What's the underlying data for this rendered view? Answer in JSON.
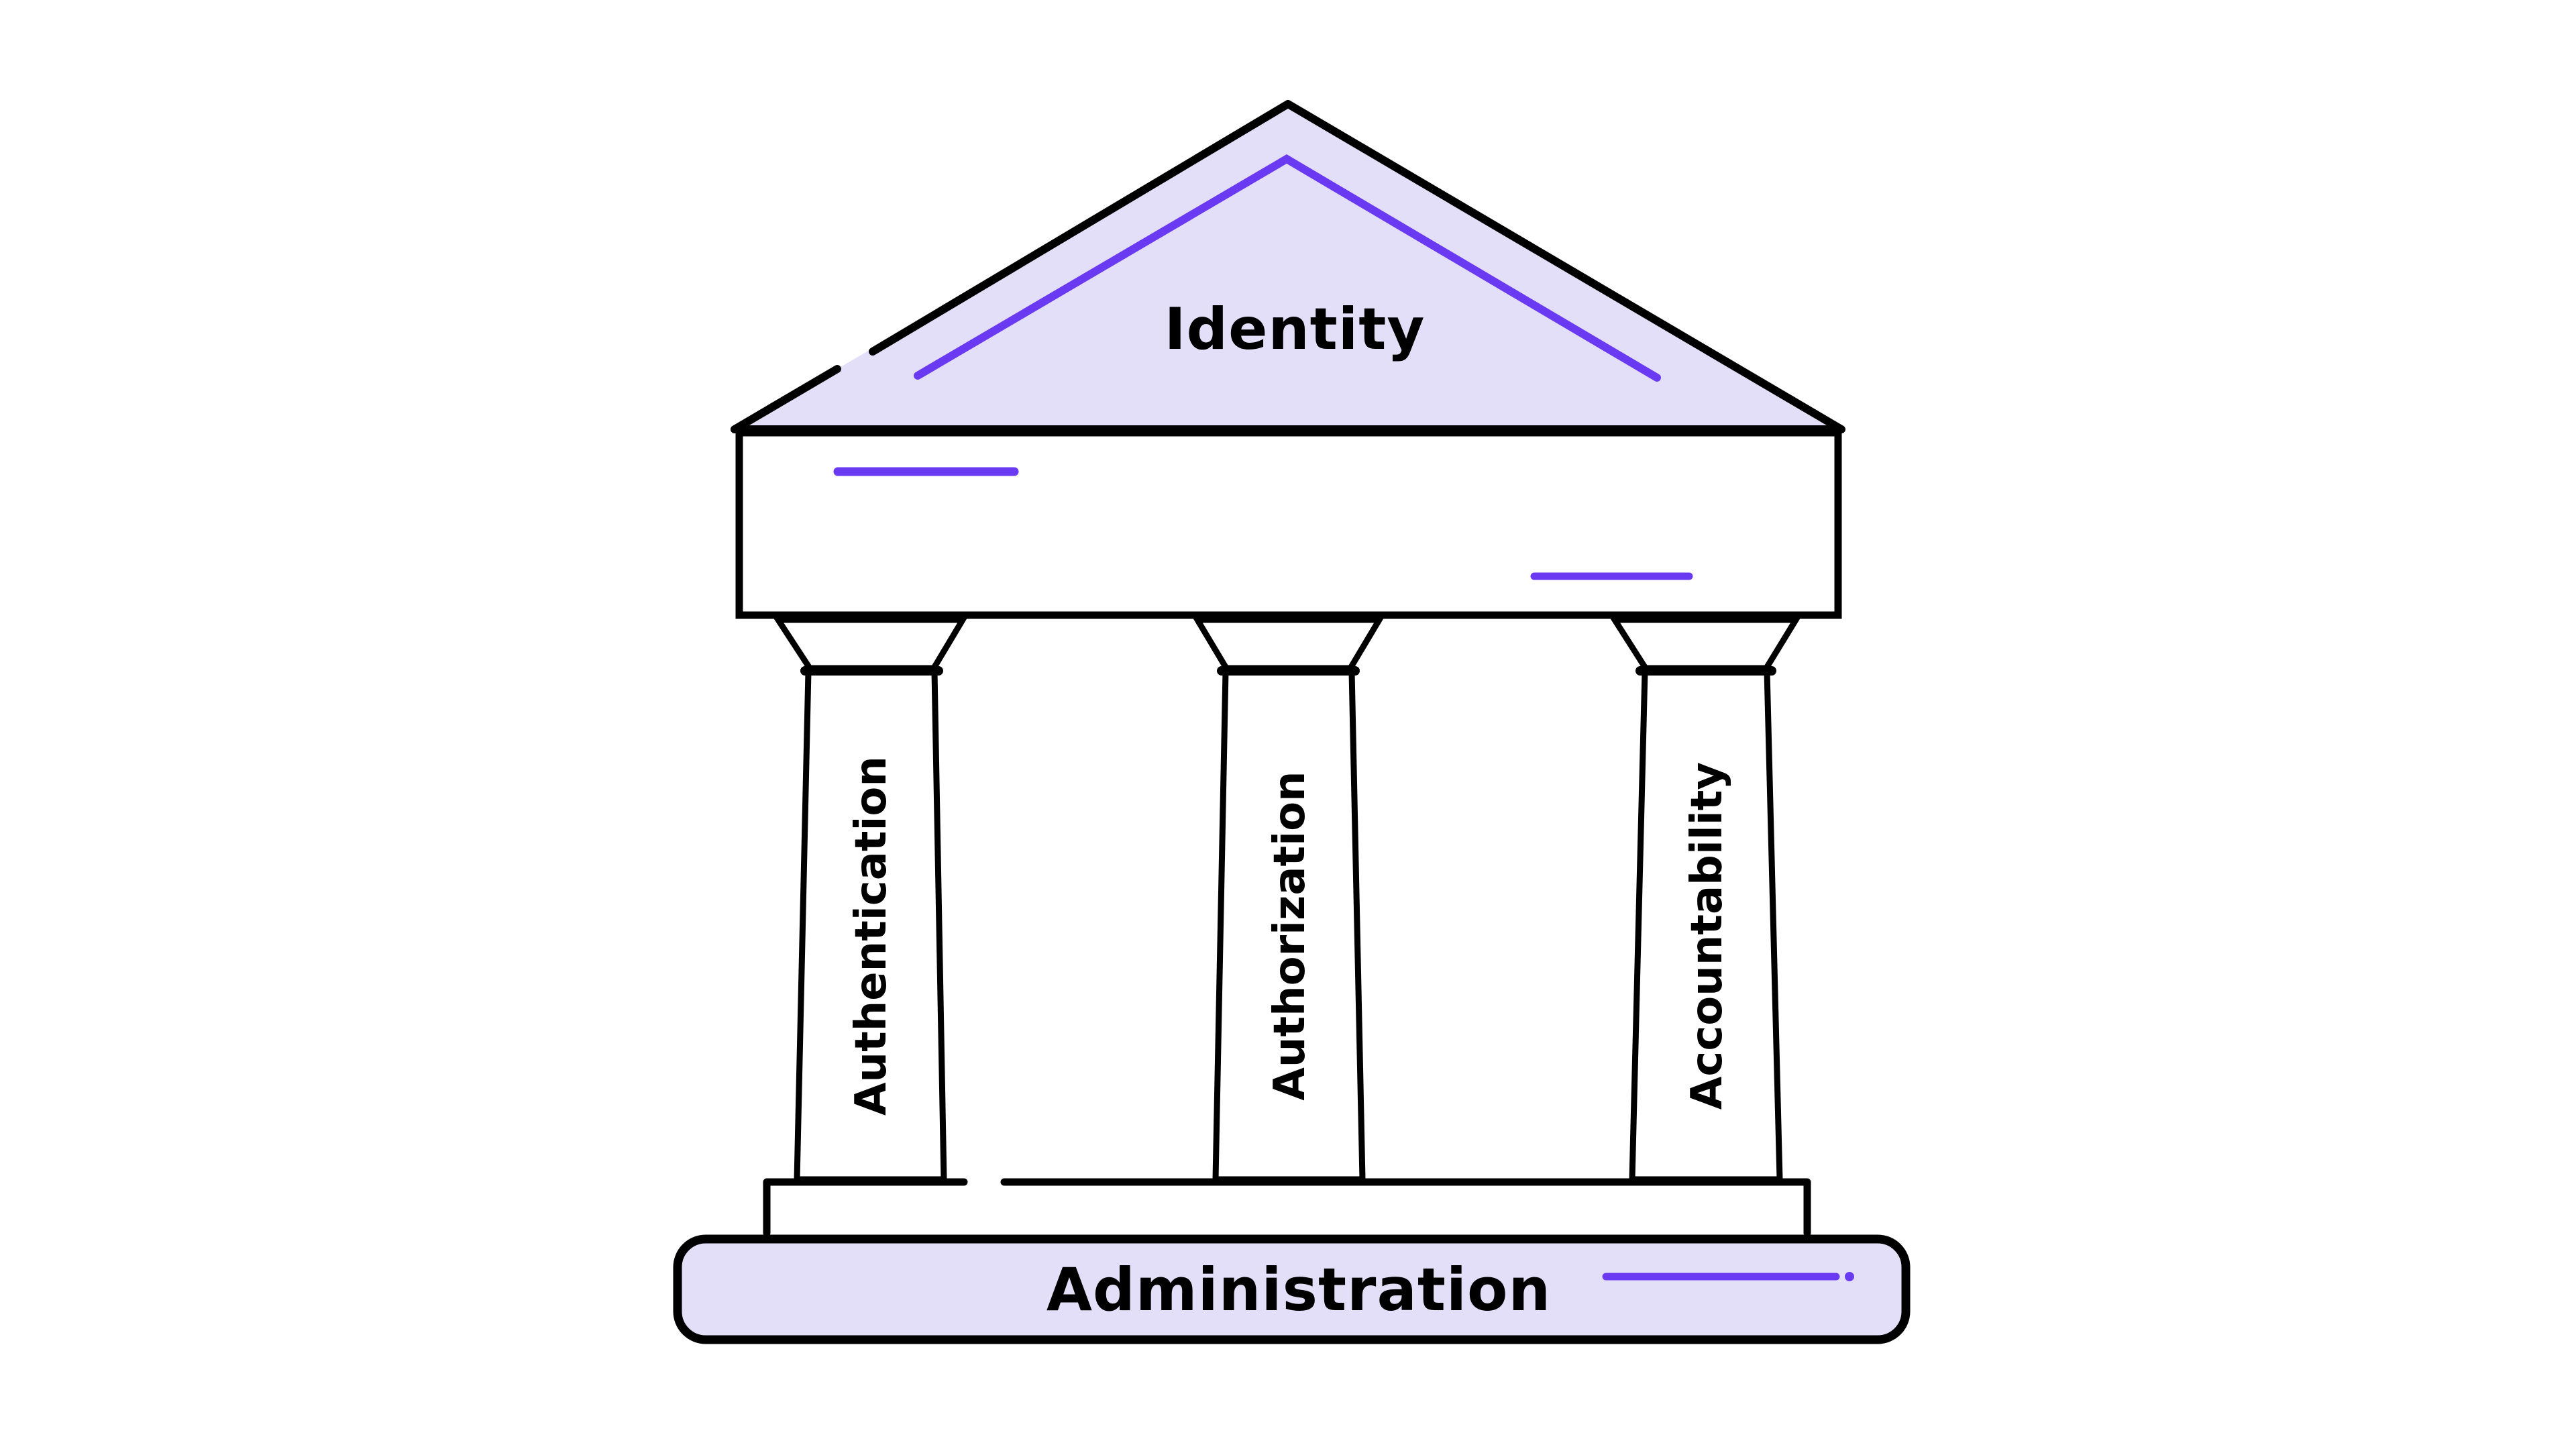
{
  "diagram": {
    "title": "Identity",
    "pillars": [
      {
        "label": "Authentication"
      },
      {
        "label": "Authorization"
      },
      {
        "label": "Accountability"
      }
    ],
    "base": {
      "label": "Administration"
    }
  },
  "colors": {
    "background": "#FFFFFF",
    "outline_black": "#000000",
    "fill_lavender": "#E4DFF8",
    "accent_purple": "#6A3AF2"
  }
}
